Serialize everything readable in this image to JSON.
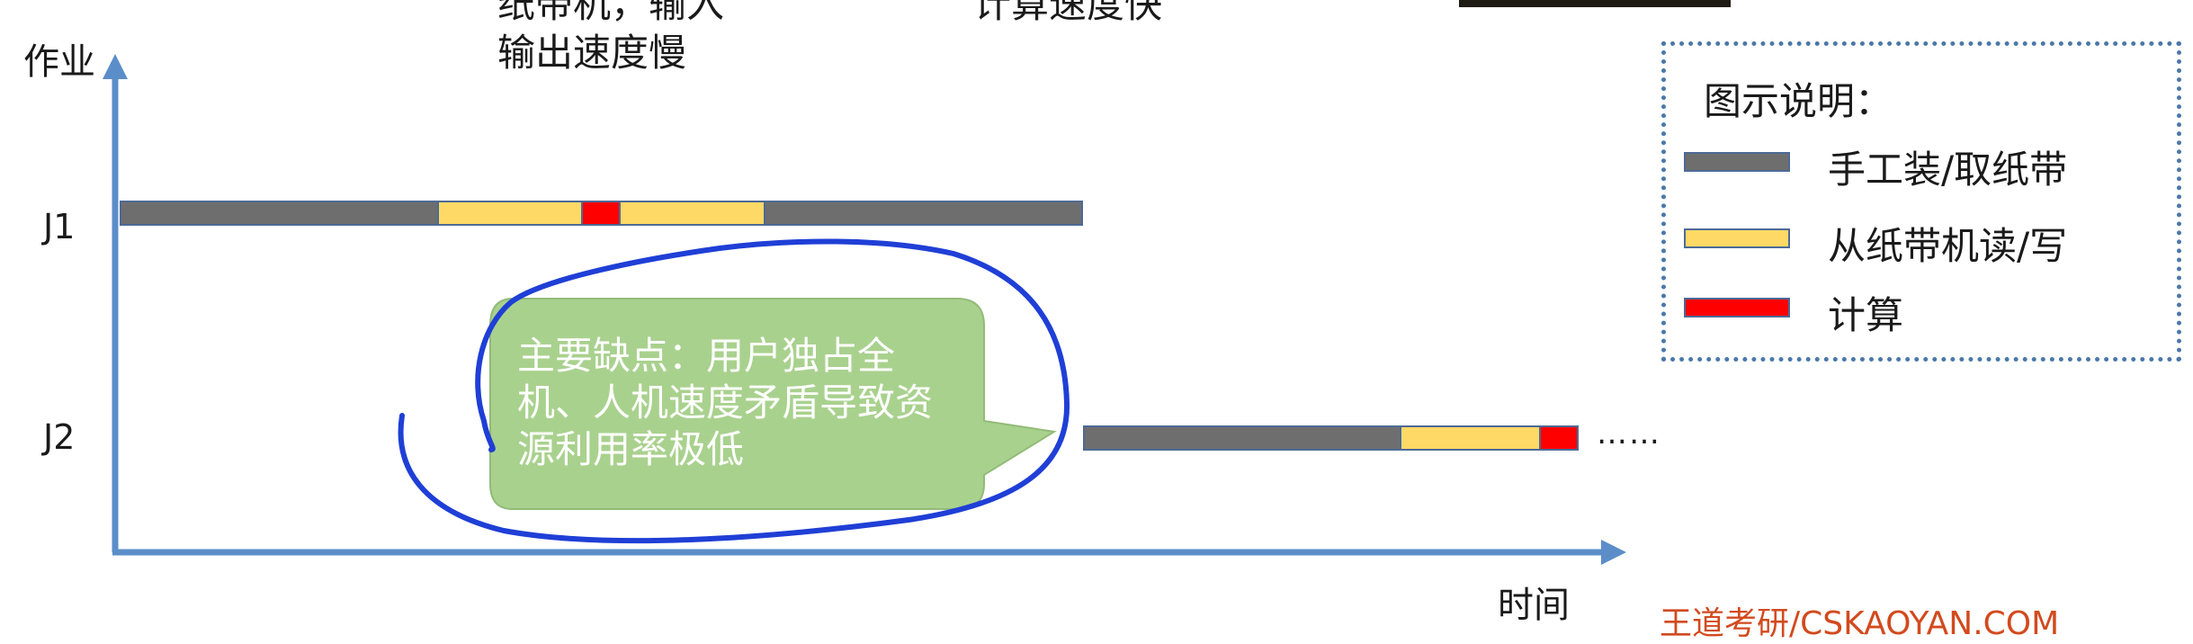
{
  "notes": {
    "left_line1": "纸带机，输入",
    "left_line2": "输出速度慢",
    "right_line1": "计算速度快"
  },
  "axes": {
    "y_label": "作业",
    "x_label": "时间"
  },
  "jobs": [
    {
      "label": "J1",
      "segments": [
        "manual",
        "tape_io",
        "compute",
        "tape_io",
        "manual"
      ]
    },
    {
      "label": "J2",
      "segments": [
        "manual",
        "tape_io",
        "compute"
      ],
      "continuation": "……"
    }
  ],
  "callout": {
    "text": "主要缺点：用户独占全机、人机速度矛盾导致资源利用率极低",
    "fill_color": "#a9d18e"
  },
  "legend": {
    "title": "图示说明：",
    "items": [
      {
        "key": "manual",
        "label": "手工装/取纸带",
        "color": "#6e6e6e"
      },
      {
        "key": "tape_io",
        "label": "从纸带机读/写",
        "color": "#ffd966"
      },
      {
        "key": "compute",
        "label": "计算",
        "color": "#ff0000"
      }
    ]
  },
  "annotation_color": "#1f3fd6",
  "axis_color": "#5b8ec9",
  "watermark": "王道考研/CSKAOYAN.COM"
}
